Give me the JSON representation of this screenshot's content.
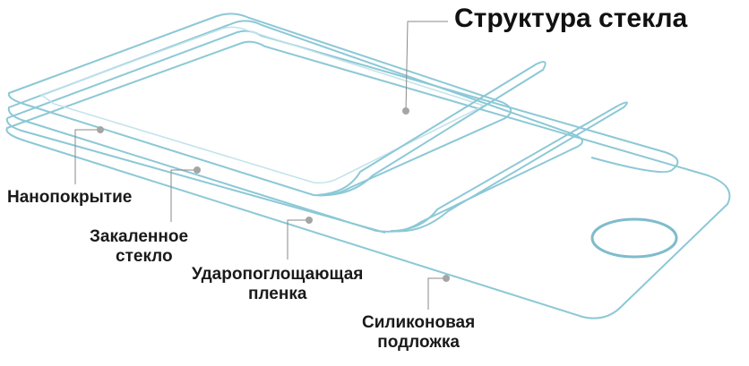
{
  "diagram": {
    "title": "Структура стекла",
    "layers": [
      {
        "id": "nano",
        "lines": [
          "Нанопокрытие"
        ]
      },
      {
        "id": "zak",
        "lines": [
          "Закаленное",
          "стекло"
        ]
      },
      {
        "id": "udar",
        "lines": [
          "Ударопоглощающая",
          "пленка"
        ]
      },
      {
        "id": "sil",
        "lines": [
          "Силиконовая",
          "подложка"
        ]
      }
    ]
  },
  "colors": {
    "outline": "#8cc8d6",
    "outline_light": "#c2e2ea",
    "leader": "#8a8a8a",
    "dot": "#a5a5a5",
    "text": "#1a1a1a"
  }
}
